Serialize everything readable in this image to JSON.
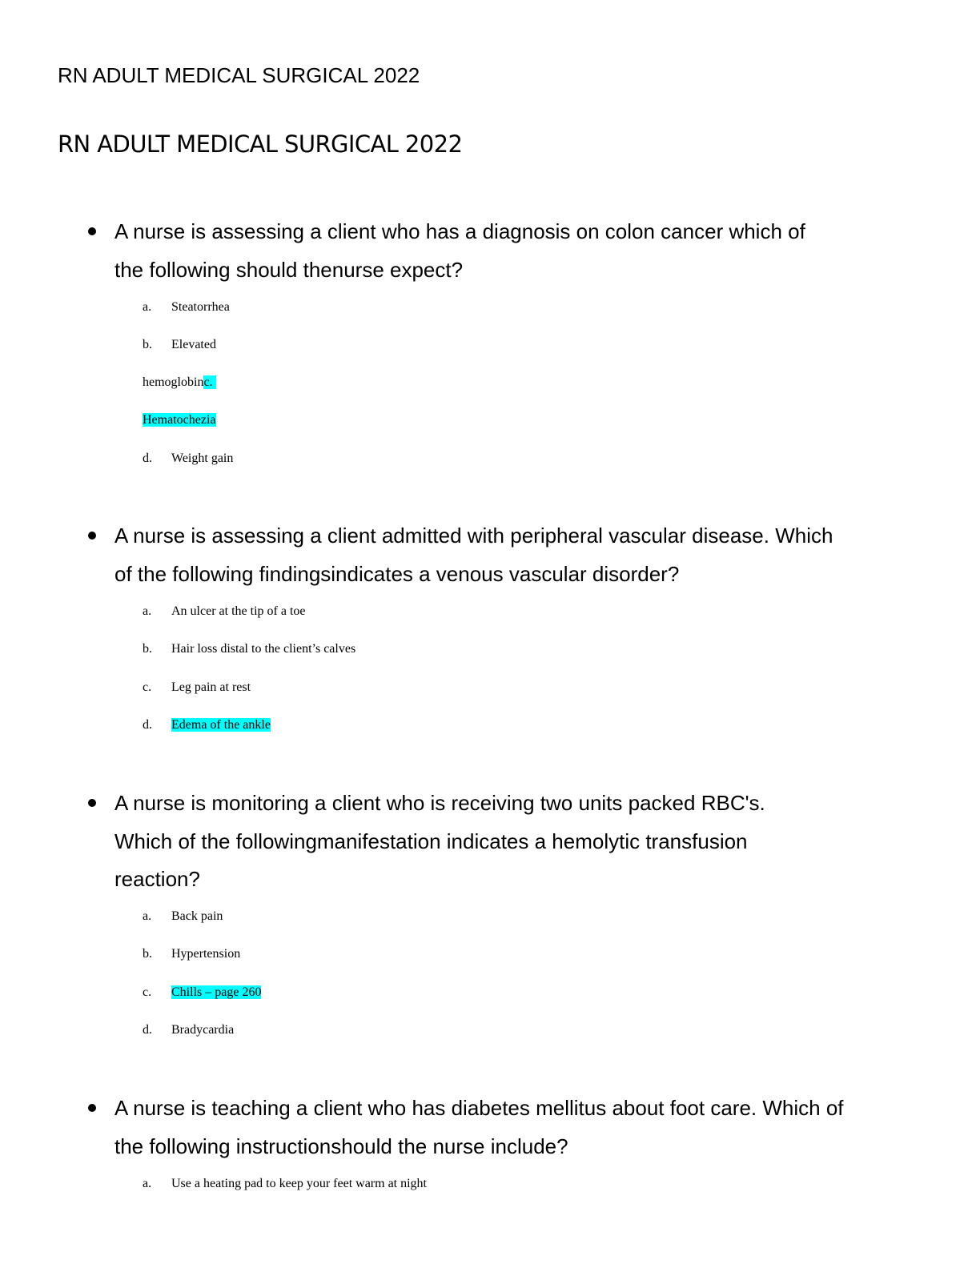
{
  "header": {
    "line": "RN ADULT MEDICAL SURGICAL 2022"
  },
  "document": {
    "title": "RN ADULT MEDICAL SURGICAL 2022"
  },
  "questions": [
    {
      "stem_lines": [
        "A nurse is assessing a client who has a diagnosis on colon cancer which of",
        "the following should thenurse expect?"
      ],
      "options": [
        {
          "letter": "a.",
          "text": "Steatorrhea"
        },
        {
          "letter": "b.",
          "text": "Elevated"
        },
        {
          "text": "hemoglobin",
          "highlight_suffix": "c."
        },
        {
          "text": "Hematochezia",
          "highlighted": true
        },
        {
          "letter": "d.",
          "text": "Weight gain"
        }
      ]
    },
    {
      "stem_lines": [
        "A nurse is assessing a client admitted with peripheral vascular disease. Which",
        "of the following findingsindicates a venous vascular disorder?"
      ],
      "options": [
        {
          "letter": "a.",
          "text": "An ulcer at the tip of a toe"
        },
        {
          "letter": "b.",
          "text": "Hair loss distal to the client’s calves"
        },
        {
          "letter": "c.",
          "text": "Leg pain at rest"
        },
        {
          "letter": "d.",
          "text": "Edema of the ankle",
          "highlighted": true
        }
      ]
    },
    {
      "stem_lines": [
        "A nurse is monitoring a client who is receiving two units packed RBC's.",
        "Which of the followingmanifestation indicates a hemolytic transfusion",
        "reaction?"
      ],
      "options": [
        {
          "letter": "a.",
          "text": "Back pain"
        },
        {
          "letter": "b.",
          "text": "Hypertension"
        },
        {
          "letter": "c.",
          "text": "Chills – page 260",
          "highlighted": true
        },
        {
          "letter": "d.",
          "text": "Bradycardia"
        }
      ]
    },
    {
      "stem_lines": [
        "A nurse is teaching a client who has diabetes mellitus about foot care. Which of",
        "the following instructionshould the nurse include?"
      ],
      "options": [
        {
          "letter": "a.",
          "text": "Use a heating pad to keep your feet warm at night"
        }
      ]
    }
  ],
  "colors": {
    "highlight": "#00ffff",
    "text": "#000000",
    "background": "#ffffff"
  }
}
